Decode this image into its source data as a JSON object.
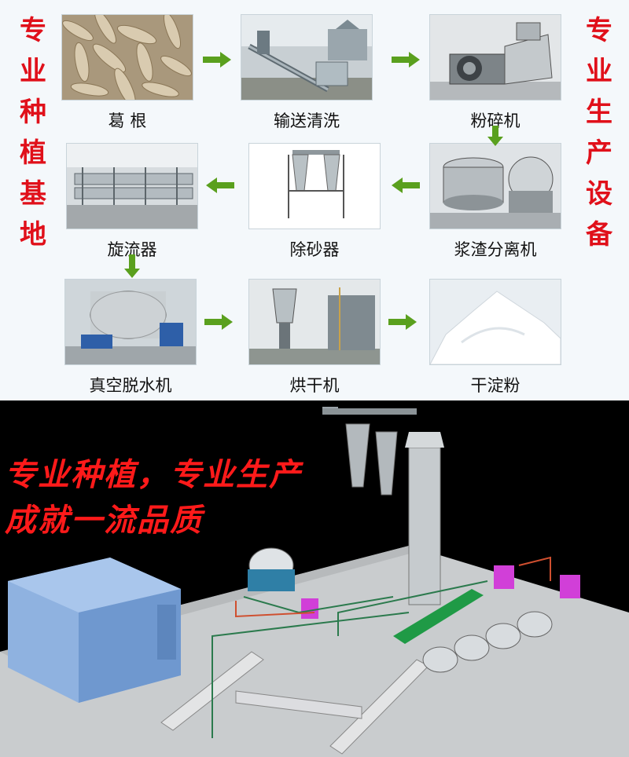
{
  "side_left": "专业种植基地",
  "side_right": "专业生产设备",
  "steps": [
    {
      "label": "葛 根"
    },
    {
      "label": "输送清洗"
    },
    {
      "label": "粉碎机"
    },
    {
      "label": "浆渣分离机"
    },
    {
      "label": "除砂器"
    },
    {
      "label": "旋流器"
    },
    {
      "label": "真空脱水机"
    },
    {
      "label": "烘干机"
    },
    {
      "label": "干淀粉"
    }
  ],
  "slogan": {
    "line1": "专业种植，专业生产",
    "line2": "成就一流品质"
  },
  "colors": {
    "arrow": "#5aa01e",
    "side_text": "#e0101a",
    "slogan": "#ff1a1a"
  }
}
